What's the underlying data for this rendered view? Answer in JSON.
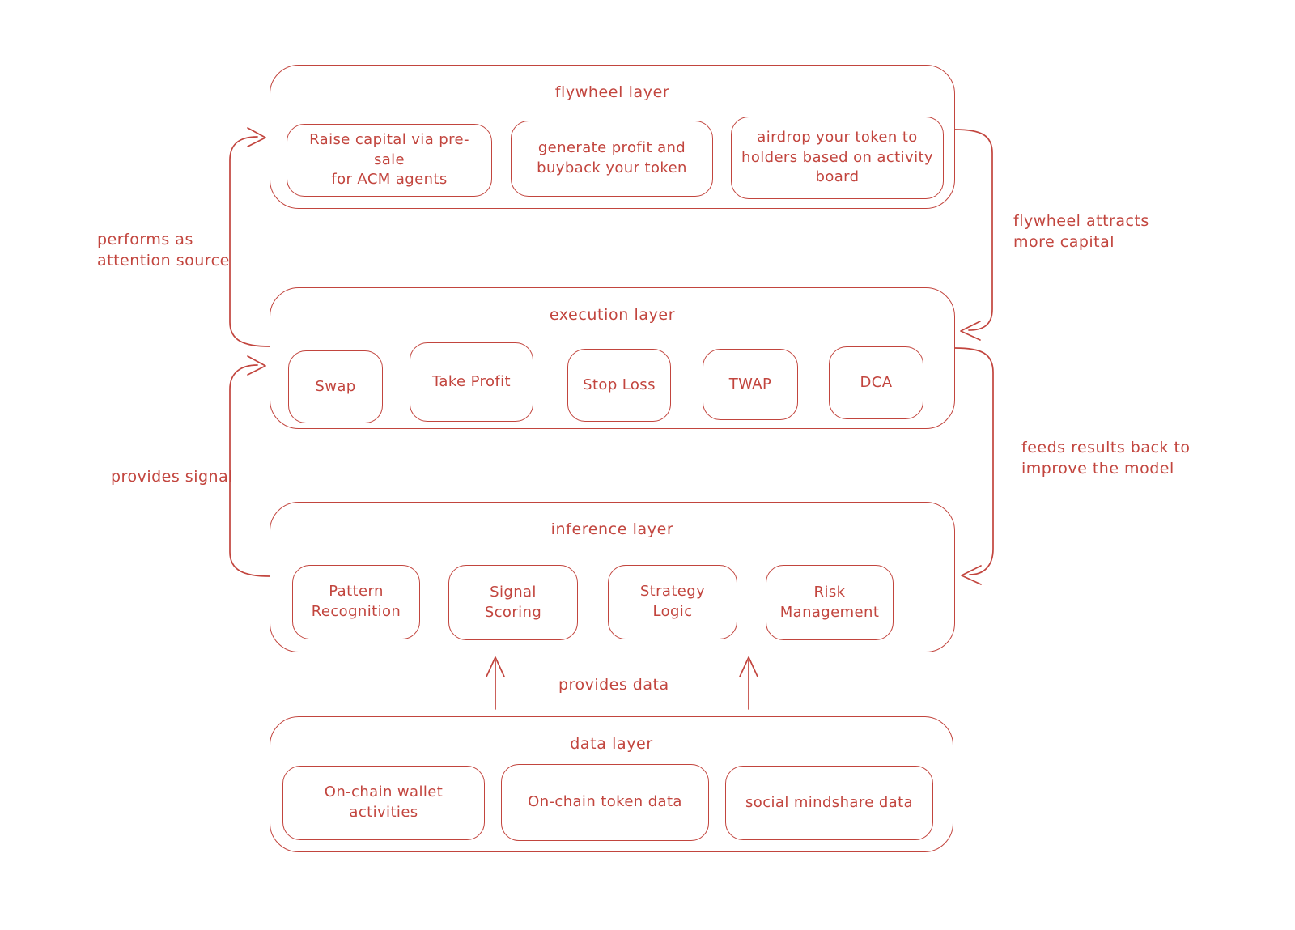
{
  "colors": {
    "stroke": "#c2453e",
    "background": "#ffffff"
  },
  "layers": {
    "flywheel": {
      "title": "flywheel layer",
      "nodes": [
        "Raise capital via pre-sale\nfor ACM agents",
        "generate profit and\nbuyback your token",
        "airdrop your token to\nholders based on activity\nboard"
      ]
    },
    "execution": {
      "title": "execution layer",
      "nodes": [
        "Swap",
        "Take Profit",
        "Stop Loss",
        "TWAP",
        "DCA"
      ]
    },
    "inference": {
      "title": "inference layer",
      "nodes": [
        "Pattern\nRecognition",
        "Signal\nScoring",
        "Strategy\nLogic",
        "Risk\nManagement"
      ]
    },
    "data": {
      "title": "data layer",
      "nodes": [
        "On-chain wallet activities",
        "On-chain token data",
        "social mindshare data"
      ]
    }
  },
  "edge_labels": {
    "performs_as_attention_source": "performs as\nattention source",
    "provides_signal": "provides signal",
    "flywheel_attracts_more_capital": "flywheel attracts\nmore capital",
    "feeds_results_back": "feeds results back to\nimprove the model",
    "provides_data": "provides data"
  }
}
